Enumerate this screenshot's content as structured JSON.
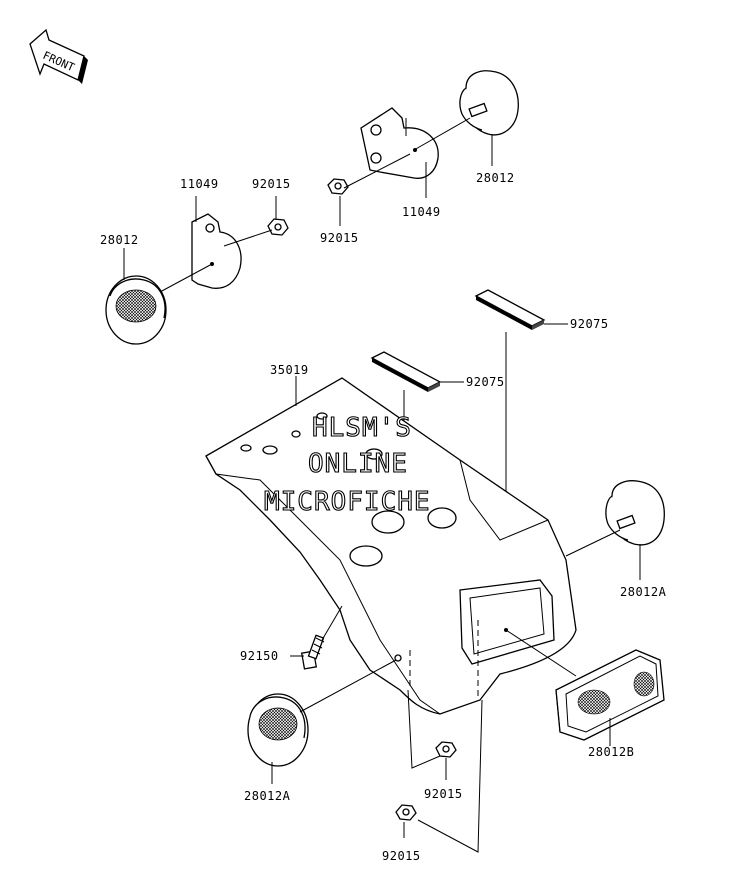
{
  "front_arrow": {
    "label": "FRONT"
  },
  "parts": {
    "p11049_left": "11049",
    "p92015_left": "92015",
    "p28012_left": "28012",
    "p11049_right": "11049",
    "p92015_right": "92015",
    "p28012_right": "28012",
    "p92075_upper": "92075",
    "p92075_lower": "92075",
    "p35019": "35019",
    "p28012A_right": "28012A",
    "p92150": "92150",
    "p28012A_left": "28012A",
    "p28012B": "28012B",
    "p92015_mid": "92015",
    "p92015_bottom": "92015"
  },
  "watermark": {
    "line1": "HLSM'S",
    "line2": "ONLINE",
    "line3": "MICROFICHE"
  }
}
